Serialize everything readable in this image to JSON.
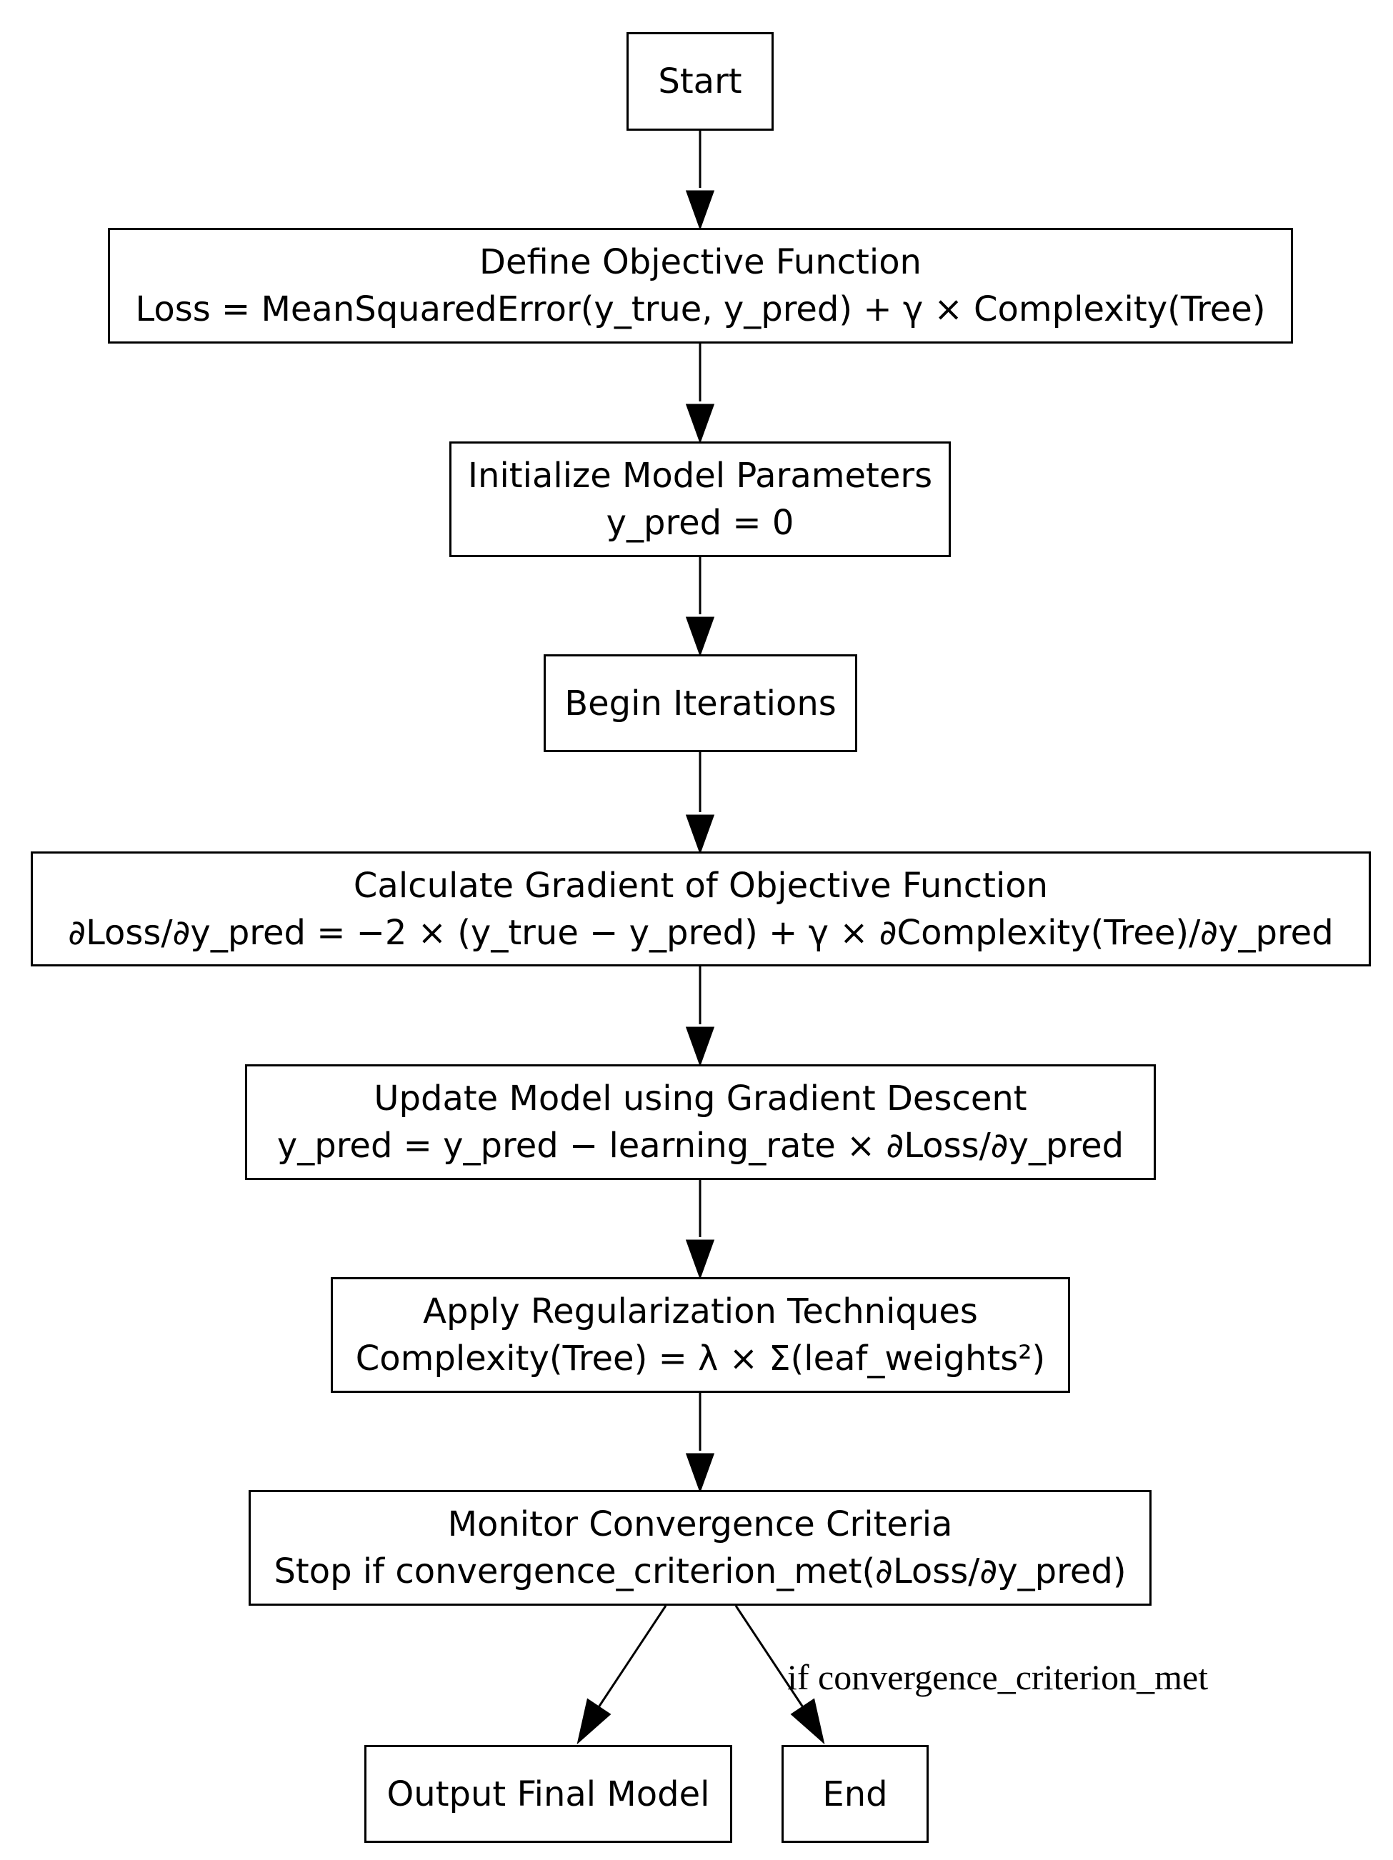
{
  "nodes": {
    "start": {
      "label": "Start"
    },
    "define_objective": {
      "title": "Define Objective Function",
      "detail": "Loss = MeanSquaredError(y_true, y_pred) + γ × Complexity(Tree)"
    },
    "initialize": {
      "title": "Initialize Model Parameters",
      "detail": "y_pred = 0"
    },
    "begin_iterations": {
      "label": "Begin Iterations"
    },
    "calculate_gradient": {
      "title": "Calculate Gradient of Objective Function",
      "detail": "∂Loss/∂y_pred = −2 × (y_true − y_pred) + γ × ∂Complexity(Tree)/∂y_pred"
    },
    "update_model": {
      "title": "Update Model using Gradient Descent",
      "detail": "y_pred = y_pred − learning_rate × ∂Loss/∂y_pred"
    },
    "regularization": {
      "title": "Apply Regularization Techniques",
      "detail": "Complexity(Tree) = λ × Σ(leaf_weights²)"
    },
    "monitor": {
      "title": "Monitor Convergence Criteria",
      "detail": "Stop if convergence_criterion_met(∂Loss/∂y_pred)"
    },
    "output": {
      "label": "Output Final Model"
    },
    "end": {
      "label": "End"
    }
  },
  "edges": {
    "monitor_to_end_label": "if convergence_criterion_met"
  },
  "colors": {
    "stroke": "#000000",
    "fill": "#ffffff",
    "background": "#ffffff"
  }
}
